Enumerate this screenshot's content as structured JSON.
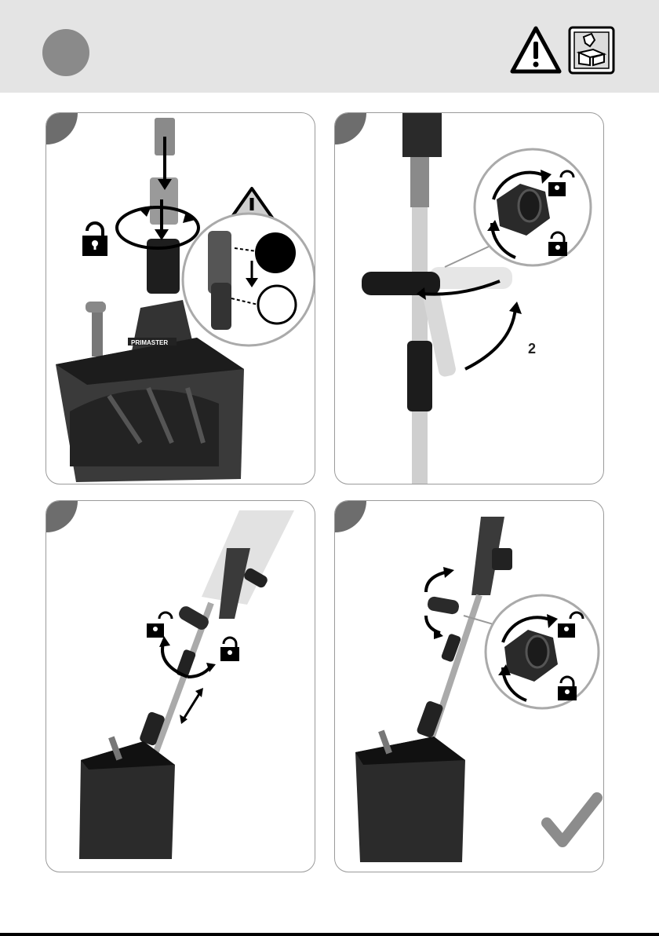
{
  "header": {
    "icons": [
      "step-number-circle",
      "warning-triangle-icon",
      "read-manual-icon"
    ]
  },
  "panels": [
    {
      "id": "panel-1",
      "icons": [
        "arrow-down-icon",
        "rotate-icon",
        "lock-icon",
        "warning-triangle-icon",
        "detail-magnifier",
        "logo"
      ]
    },
    {
      "id": "panel-2",
      "icons": [
        "lock-icon",
        "unlock-icon",
        "rotate-icon",
        "arrow-curved-icon"
      ],
      "callout": "2"
    },
    {
      "id": "panel-3",
      "icons": [
        "lock-icon",
        "unlock-icon",
        "rotate-icon",
        "double-arrow-icon"
      ]
    },
    {
      "id": "panel-4",
      "icons": [
        "lock-icon",
        "unlock-icon",
        "rotate-icon",
        "checkmark-icon"
      ]
    }
  ],
  "logo_text": "PRIMASTER",
  "colors": {
    "header_bg": "#e4e4e4",
    "panel_border": "#9a9a9a",
    "corner": "#6d6d6d",
    "check": "#8c8c8c"
  }
}
